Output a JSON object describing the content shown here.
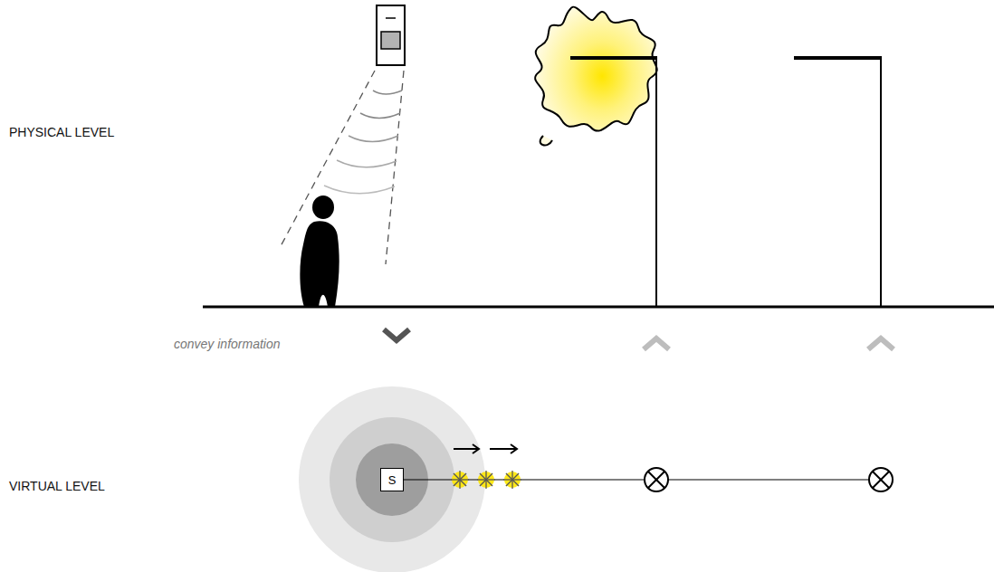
{
  "diagram": {
    "nodes": [
      {
        "text": [
          "S"
        ]
      }
    ],
    "labels": [
      "PHYSICAL LEVEL",
      "convey information",
      "VIRTUAL LEVEL"
    ]
  }
}
